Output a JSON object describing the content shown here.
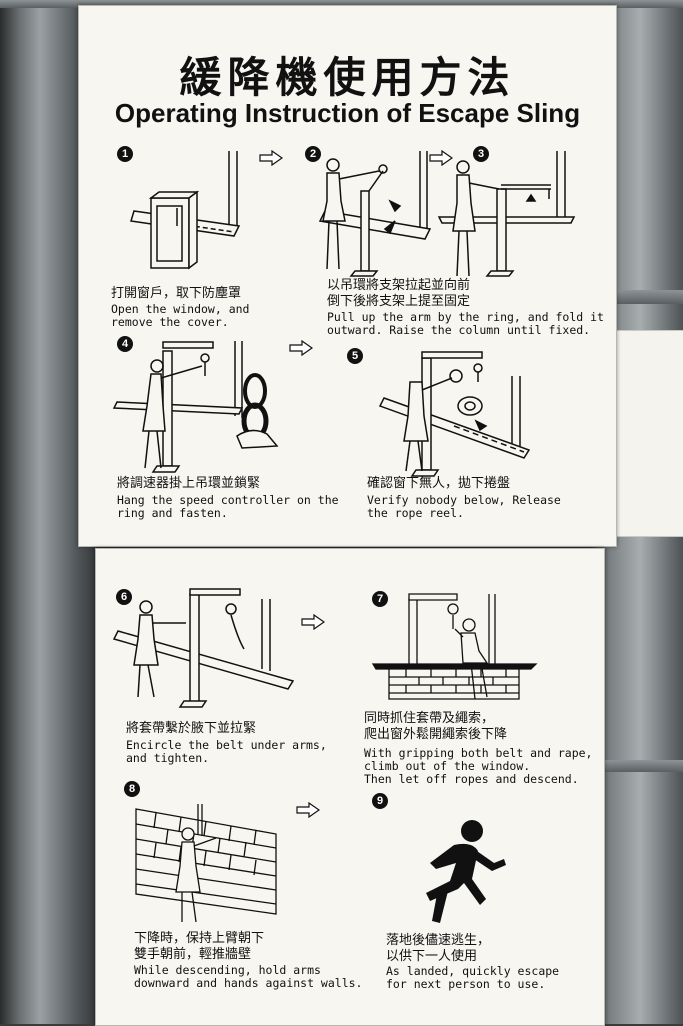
{
  "sign": {
    "title_zh": "緩降機使用方法",
    "title_en": "Operating Instruction of Escape Sling"
  },
  "steps": [
    {
      "num": "1",
      "zh": "打開窗戶，取下防塵罩",
      "en": "Open the window, and\nremove the cover."
    },
    {
      "num": "2",
      "zh": "以吊環將支架拉起並向前\n倒下後將支架上提至固定",
      "en": "Pull up the arm by the ring, and fold it\noutward. Raise the column until fixed."
    },
    {
      "num": "3",
      "zh": "",
      "en": ""
    },
    {
      "num": "4",
      "zh": "將調速器掛上吊環並鎖緊",
      "en": "Hang the speed controller on the\nring and fasten."
    },
    {
      "num": "5",
      "zh": "確認窗下無人，拋下捲盤",
      "en": "Verify nobody below, Release\nthe rope reel."
    },
    {
      "num": "6",
      "zh": "將套帶繫於腋下並拉緊",
      "en": "Encircle the belt under arms,\nand tighten."
    },
    {
      "num": "7",
      "zh": "同時抓住套帶及繩索，\n爬出窗外鬆開繩索後下降",
      "en": "With gripping both belt and rape,\nclimb out of the window.\nThen let off ropes and descend."
    },
    {
      "num": "8",
      "zh": "下降時，保持上臂朝下\n雙手朝前，輕推牆壁",
      "en": "While descending, hold arms\ndownward and hands against walls."
    },
    {
      "num": "9",
      "zh": "落地後儘速逃生，\n以供下一人使用",
      "en": "As landed, quickly escape\nfor next person to use."
    }
  ],
  "icons": {
    "arrow": "right-outline-arrow-icon",
    "runner": "running-person-icon"
  }
}
